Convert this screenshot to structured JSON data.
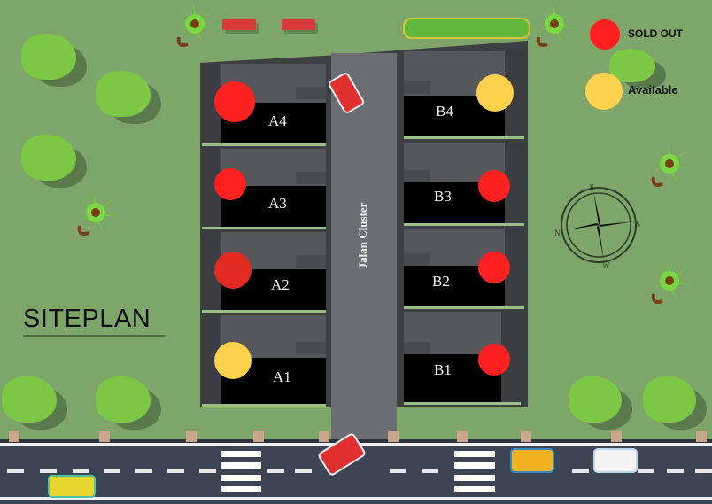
{
  "title": "SITEPLAN",
  "road": {
    "label": "Jalan Cluster"
  },
  "legend": {
    "items": [
      {
        "label": "SOLD OUT",
        "status": "sold-out",
        "color": "#ff2020"
      },
      {
        "label": "Available",
        "status": "available",
        "color": "#ffd24d"
      }
    ]
  },
  "colors": {
    "grass": "#7fa66a",
    "sold_out": "#ff2020",
    "available": "#ffd24d",
    "asphalt": "#3d4454",
    "roof": "#56575b"
  },
  "lots": [
    {
      "id": "A4",
      "label": "A4",
      "status": "sold-out"
    },
    {
      "id": "A3",
      "label": "A3",
      "status": "sold-out"
    },
    {
      "id": "A2",
      "label": "A2",
      "status": "sold-out"
    },
    {
      "id": "A1",
      "label": "A1",
      "status": "available"
    },
    {
      "id": "B4",
      "label": "B4",
      "status": "available"
    },
    {
      "id": "B3",
      "label": "B3",
      "status": "sold-out"
    },
    {
      "id": "B2",
      "label": "B2",
      "status": "sold-out"
    },
    {
      "id": "B1",
      "label": "B1",
      "status": "sold-out"
    }
  ],
  "compass": {
    "labels": {
      "north": "N",
      "east": "E",
      "south": "S",
      "west": "W"
    }
  }
}
